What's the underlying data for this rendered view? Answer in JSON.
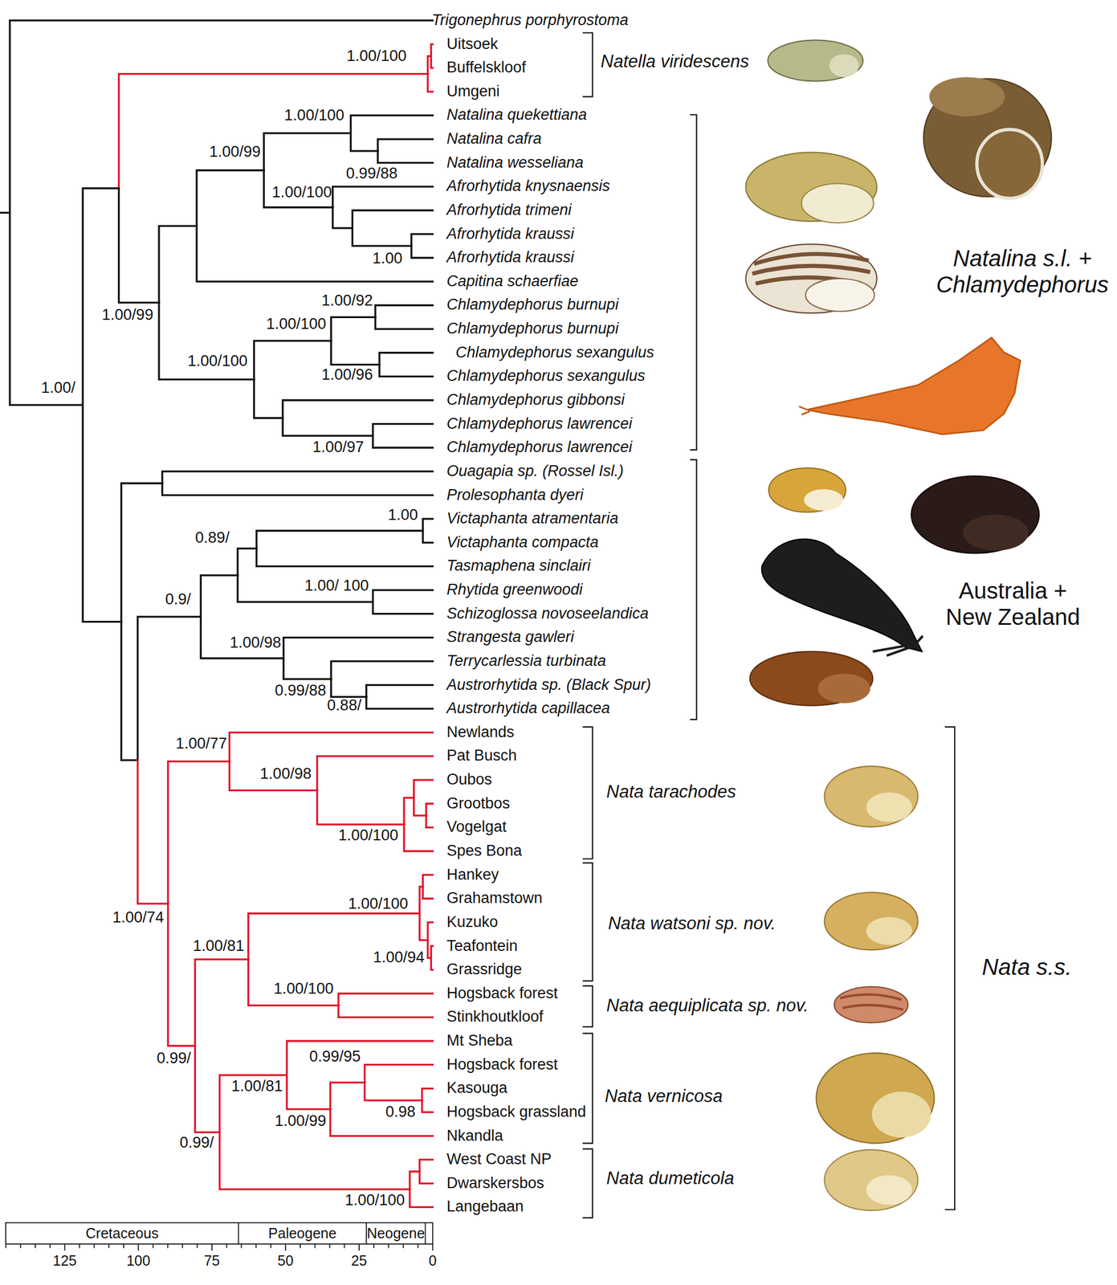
{
  "diagram": {
    "labels": [
      "Trigonephrus porphyrostoma",
      "Uitsoek",
      "Buffelskloof",
      "Umgeni",
      "Natalina quekettiana",
      "Natalina cafra",
      "Natalina wesseliana",
      "Afrorhytida knysnaensis",
      "Afrorhytida trimeni",
      "Afrorhytida kraussi",
      "Afrorhytida kraussi",
      "Capitina schaerfiae",
      "Chlamydephorus burnupi",
      "Chlamydephorus burnupi",
      "Chlamydephorus sexangulus",
      "Chlamydephorus sexangulus",
      "Chlamydephorus gibbonsi",
      "Chlamydephorus lawrencei",
      "Chlamydephorus lawrencei",
      "Ouagapia sp. (Rossel Isl.)",
      "Prolesophanta dyeri",
      "Victaphanta atramentaria",
      "Victaphanta compacta",
      "Tasmaphena sinclairi",
      "Rhytida greenwoodi",
      "Schizoglossa novoseelandica",
      "Strangesta gawleri",
      "Terrycarlessia turbinata",
      "Austrorhytida sp. (Black Spur)",
      "Austrorhytida capillacea",
      "Newlands",
      "Pat Busch",
      "Oubos",
      "Grootbos",
      "Vogelgat",
      "Spes Bona",
      "Hankey",
      "Grahamstown",
      "Kuzuko",
      "Teafontein",
      "Grassridge",
      "Hogsback forest",
      "Stinkhoutkloof",
      "Mt Sheba",
      "Hogsback forest",
      "Kasouga",
      "Hogsback grassland",
      "Nkandla",
      "West Coast NP",
      "Dwarskersbos",
      "Langebaan",
      "Natella viridescens",
      "Natalina s.l. + Chlamydephorus",
      "Australia + New Zealand",
      "Nata tarachodes",
      "Nata watsoni sp. nov.",
      "Nata aequiplicata sp. nov.",
      "Nata vernicosa",
      "Nata dumeticola",
      "Nata s.s.",
      "1.00/100",
      "1.00/100",
      "0.99/88",
      "1.00/99",
      "1.00/100",
      "1.00",
      "1.00/99",
      "1.00/92",
      "1.00/100",
      "1.00/100",
      "1.00/96",
      "1.00/97",
      "1.00/",
      "1.00",
      "0.89/",
      "0.9/",
      "1.00/ 100",
      "1.00/98",
      "0.99/88",
      "0.88/",
      "1.00/77",
      "1.00/98",
      "1.00/100",
      "1.00/74",
      "1.00/100",
      "1.00/81",
      "1.00/94",
      "1.00/100",
      "0.99/",
      "0.99/95",
      "1.00/81",
      "0.98",
      "1.00/99",
      "0.99/",
      "1.00/100",
      "Cretaceous",
      "Paleogene",
      "Neogene",
      "125",
      "100",
      "75",
      "50",
      "25",
      "0"
    ]
  }
}
